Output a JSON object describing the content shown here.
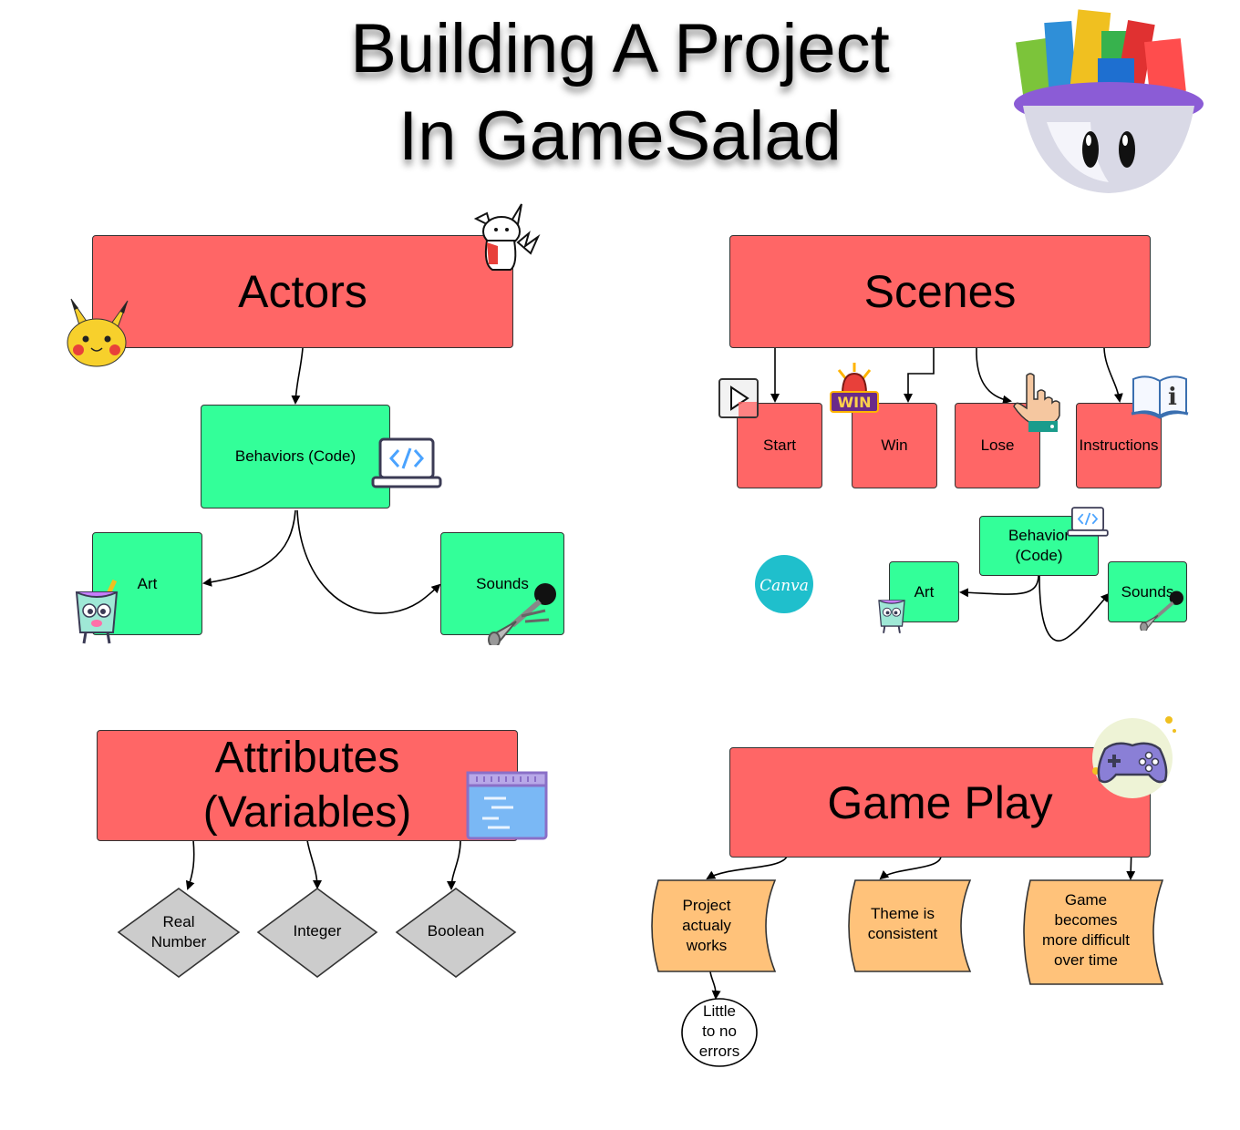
{
  "title": {
    "line1": "Building A Project",
    "line2": "In GameSalad"
  },
  "actors": {
    "title": "Actors",
    "behaviors": "Behaviors (Code)",
    "art": "Art",
    "sounds": "Sounds"
  },
  "scenes": {
    "title": "Scenes",
    "items": [
      "Start",
      "Win",
      "Lose",
      "Instructions"
    ],
    "behavior_line1": "Behavior",
    "behavior_line2": "(Code)",
    "art": "Art",
    "sounds": "Sounds"
  },
  "attributes": {
    "title_line1": "Attributes",
    "title_line2": "(Variables)",
    "types": [
      {
        "line1": "Real",
        "line2": "Number"
      },
      {
        "line1": "Integer",
        "line2": ""
      },
      {
        "line1": "Boolean",
        "line2": ""
      }
    ]
  },
  "gameplay": {
    "title": "Game Play",
    "goals": [
      {
        "lines": [
          "Project",
          "actualy",
          "works"
        ]
      },
      {
        "lines": [
          "Theme is",
          "consistent"
        ]
      },
      {
        "lines": [
          "Game",
          "becomes",
          "more difficult",
          "over time"
        ]
      }
    ],
    "sub_goal": {
      "lines": [
        "Little",
        "to no",
        "errors"
      ]
    }
  },
  "icons": {
    "logo": "gamesalad-logo-icon",
    "pikachu": "pikachu-icon",
    "pikachu_sketch": "pikachu-sketch-icon",
    "code": "code-laptop-icon",
    "art": "paint-bucket-character-icon",
    "sound": "horn-icon",
    "play": "play-icon",
    "win": "win-siren-icon",
    "hand": "pointing-hand-icon",
    "book": "info-book-icon",
    "canva": "canva-logo-icon",
    "variables": "window-list-icon",
    "gamepad": "gamepad-icon"
  },
  "colors": {
    "red": "#ff6666",
    "green": "#33ff99",
    "orange": "#ffc27a",
    "gray": "#cccccc"
  }
}
